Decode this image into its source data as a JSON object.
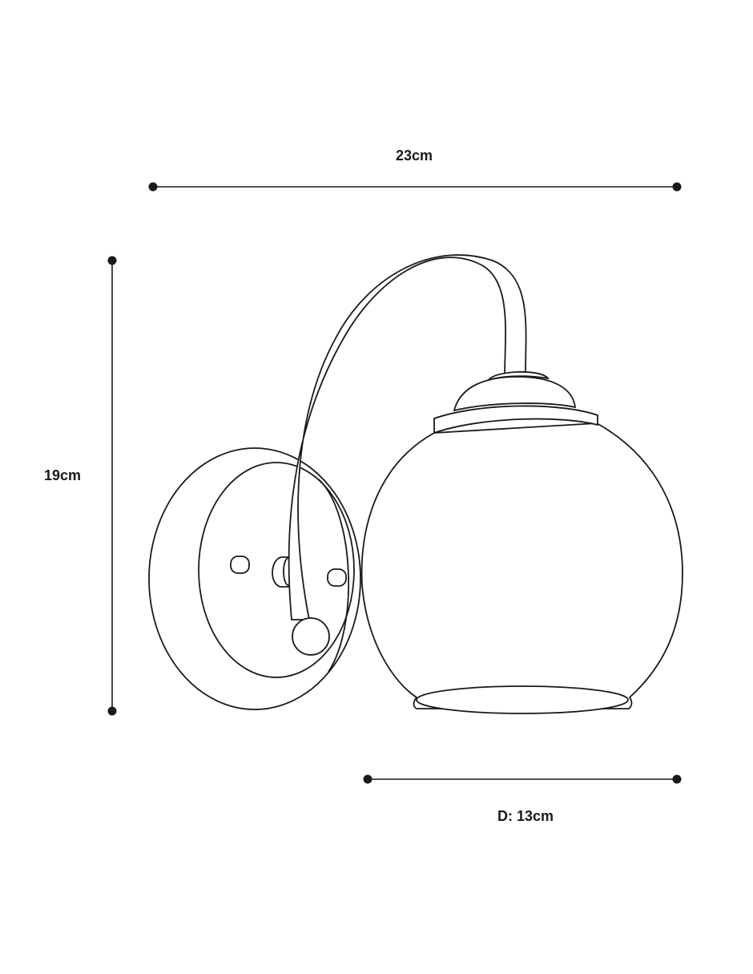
{
  "dimensions": {
    "width_label": "23cm",
    "height_label": "19cm",
    "diameter_label": "D: 13cm"
  },
  "colors": {
    "stroke": "#1a1a1a",
    "background": "#ffffff"
  }
}
